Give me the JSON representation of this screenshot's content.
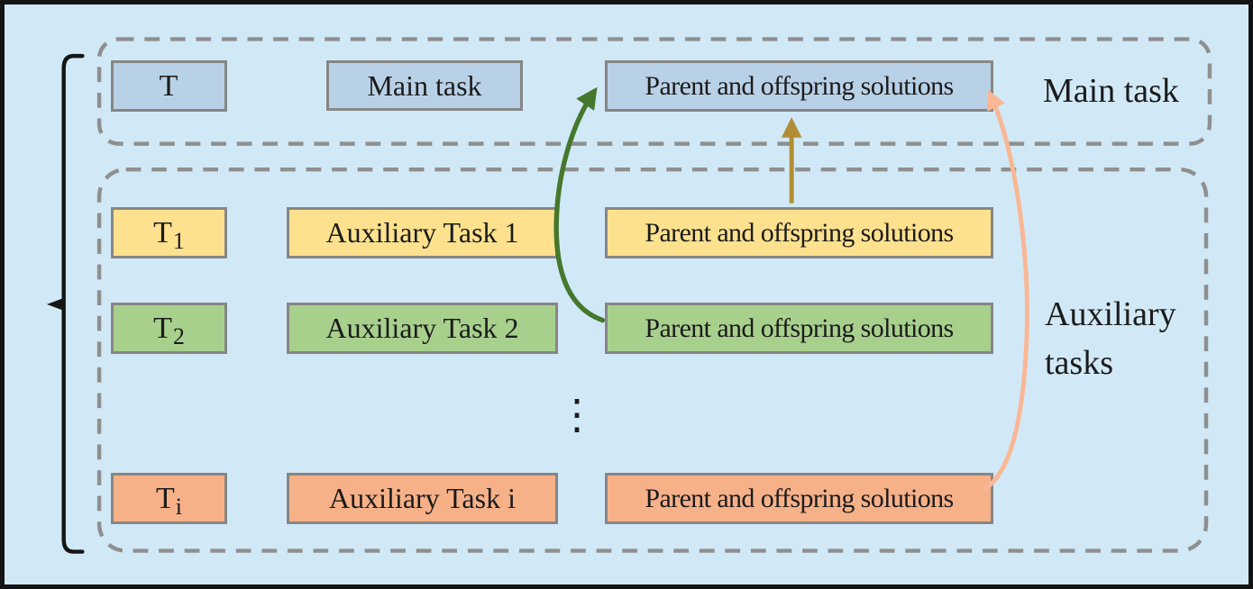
{
  "figure": {
    "ellipsis": "⋮"
  },
  "main_group": {
    "label": "Main task",
    "row": {
      "id": "T",
      "sub": "",
      "task": "Main task",
      "solutions": "Parent and offspring solutions"
    }
  },
  "aux_group": {
    "label": "Auxiliary tasks",
    "rows": [
      {
        "id": "T",
        "sub": "1",
        "task": "Auxiliary Task 1",
        "solutions": "Parent and offspring solutions"
      },
      {
        "id": "T",
        "sub": "2",
        "task": "Auxiliary Task 2",
        "solutions": "Parent and offspring solutions"
      },
      {
        "id": "T",
        "sub": "i",
        "task": "Auxiliary Task i",
        "solutions": "Parent and offspring solutions"
      }
    ]
  },
  "colors": {
    "background": "#d1e9f6",
    "main_fill": "#b9d1e7",
    "aux1_fill": "#fde18e",
    "aux2_fill": "#a8d08d",
    "auxi_fill": "#f6b189",
    "box_border": "#868686",
    "group_outline": "#8f8f8f",
    "arrow_from_aux1": "#b28d36",
    "arrow_from_aux2": "#45772d",
    "arrow_from_auxi": "#f9b795",
    "brace": "#151515"
  }
}
